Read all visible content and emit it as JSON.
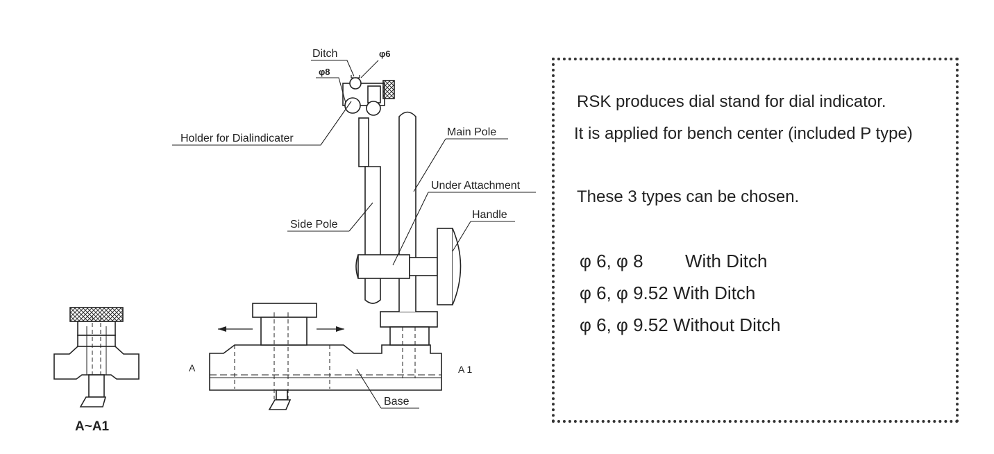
{
  "labels": {
    "ditch": "Ditch",
    "phi6": "φ6",
    "phi8": "φ8",
    "holder": "Holder for Dialindicater",
    "main_pole": "Main Pole",
    "under_attachment": "Under Attachment",
    "handle": "Handle",
    "side_pole": "Side Pole",
    "base": "Base",
    "a": "A",
    "a1": "A 1",
    "section": "A~A1"
  },
  "info": {
    "line1": "RSK produces dial stand for dial indicator.",
    "line2": "It is applied for bench center (included P type)",
    "line3": "These 3 types can be chosen.",
    "options": [
      {
        "size": "φ 6, φ 8",
        "desc": "With Ditch"
      },
      {
        "size": "φ 6, φ 9.52",
        "desc": "With Ditch"
      },
      {
        "size": "φ 6, φ 9.52",
        "desc": "Without Ditch"
      }
    ]
  }
}
